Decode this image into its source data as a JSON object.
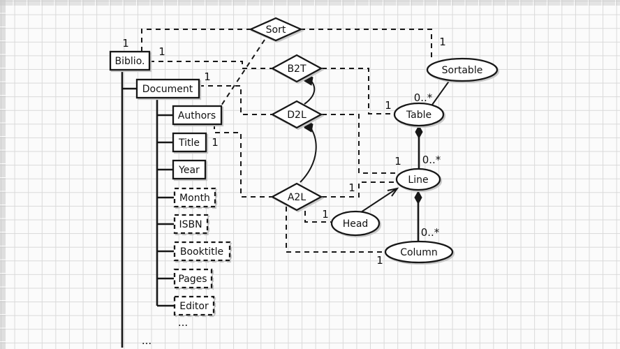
{
  "figure": {
    "background": "#fbfbfb",
    "grid_color": "#d9d9d9",
    "ink_color": "#171717",
    "shadow_color": "#c8c8c8"
  },
  "nodes": {
    "biblio": "Biblio.",
    "document": "Document",
    "authors": "Authors",
    "title": "Title",
    "year": "Year",
    "month": "Month",
    "isbn": "ISBN",
    "booktitle": "Booktitle",
    "pages": "Pages",
    "editor": "Editor",
    "sort": "Sort",
    "b2t": "B2T",
    "d2l": "D2L",
    "a2l": "A2L",
    "sortable": "Sortable",
    "table": "Table",
    "line": "Line",
    "head": "Head",
    "column": "Column",
    "document_more": "...",
    "biblio_more": "..."
  },
  "multiplicities": {
    "sort_biblio": "1",
    "sort_sortable": "1",
    "biblio_b2t": "1",
    "document_d2l": "1",
    "authors_a2l": "1",
    "b2t_table": "1",
    "sortable_table": "0..*",
    "table_line": "0..*",
    "d2l_line": "1",
    "a2l_line": "1",
    "a2l_head": "1",
    "line_column": "0..*",
    "a2l_column": "1"
  }
}
